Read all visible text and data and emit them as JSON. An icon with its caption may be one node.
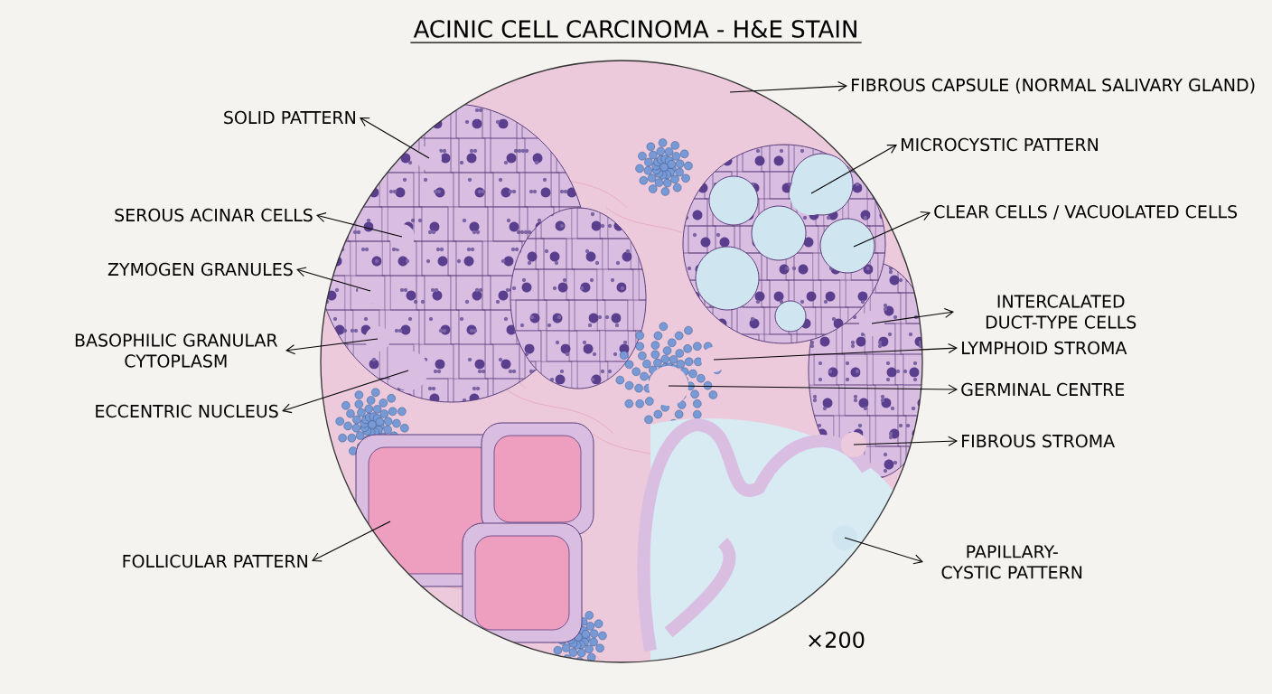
{
  "diagram": {
    "title": "ACINIC CELL CARCINOMA - H&E STAIN",
    "nodes": [
      {
        "text": [
          "SOLID PATTERN"
        ]
      },
      {
        "text": [
          "SEROUS ACINAR CELLS"
        ]
      },
      {
        "text": [
          "ZYMOGEN GRANULES"
        ]
      },
      {
        "text": [
          "BASOPHILIC GRANULAR CYTOPLASM"
        ]
      },
      {
        "text": [
          "ECCENTRIC NUCLEUS"
        ]
      },
      {
        "text": [
          "FOLLICULAR PATTERN"
        ]
      },
      {
        "text": [
          "FIBROUS CAPSULE (NORMAL SALIVARY GLAND)"
        ]
      },
      {
        "text": [
          "MICROCYSTIC PATTERN"
        ]
      },
      {
        "text": [
          "CLEAR CELLS / VACUOLATED CELLS"
        ]
      },
      {
        "text": [
          "INTERCALATED DUCT-TYPE CELLS"
        ]
      },
      {
        "text": [
          "LYMPHOID STROMA"
        ]
      },
      {
        "text": [
          "GERMINAL CENTRE"
        ]
      },
      {
        "text": [
          "FIBROUS STROMA"
        ]
      },
      {
        "text": [
          "PAPILLARY-CYSTIC PATTERN"
        ]
      }
    ],
    "edges": [
      {
        "from": null,
        "to": 0,
        "arrow": "to"
      },
      {
        "from": null,
        "to": 1,
        "arrow": "to"
      },
      {
        "from": null,
        "to": 2,
        "arrow": "to"
      },
      {
        "from": null,
        "to": 3,
        "arrow": "to"
      },
      {
        "from": null,
        "to": 4,
        "arrow": "to"
      },
      {
        "from": null,
        "to": 5,
        "arrow": "to"
      },
      {
        "from": null,
        "to": 6,
        "arrow": "to"
      },
      {
        "from": null,
        "to": 7,
        "arrow": "to"
      },
      {
        "from": null,
        "to": 8,
        "arrow": "to"
      },
      {
        "from": null,
        "to": 9,
        "arrow": "to"
      },
      {
        "from": null,
        "to": 10,
        "arrow": "to"
      },
      {
        "from": null,
        "to": 11,
        "arrow": "to"
      },
      {
        "from": null,
        "to": 12,
        "arrow": "to"
      },
      {
        "from": null,
        "to": 13,
        "arrow": "to"
      }
    ],
    "labels": [
      "×200"
    ]
  }
}
